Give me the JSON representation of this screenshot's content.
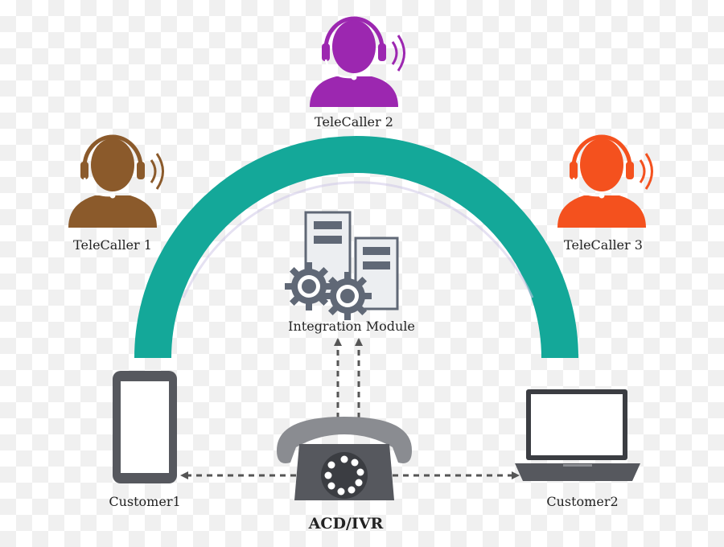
{
  "nodes": {
    "telecaller_1": {
      "label": "TeleCaller 1",
      "color": "#8B5A2B"
    },
    "telecaller_2": {
      "label": "TeleCaller 2",
      "color": "#9C27B0"
    },
    "telecaller_3": {
      "label": "TeleCaller 3",
      "color": "#F4511E"
    },
    "integration_module": {
      "label": "Integration Module"
    },
    "customer_1": {
      "label": "Customer1"
    },
    "customer_2": {
      "label": "Customer2"
    },
    "acd_ivr": {
      "label": "ACD/IVR"
    }
  },
  "colors": {
    "arch": "#14A899",
    "server": "#606876",
    "phone": "#56585e",
    "arrow": "#555555"
  },
  "icons": {
    "telecaller": "headset-agent-icon",
    "server": "server-icon",
    "gear": "gear-icon",
    "mobile": "smartphone-icon",
    "laptop": "laptop-icon",
    "telephone": "rotary-telephone-icon"
  }
}
